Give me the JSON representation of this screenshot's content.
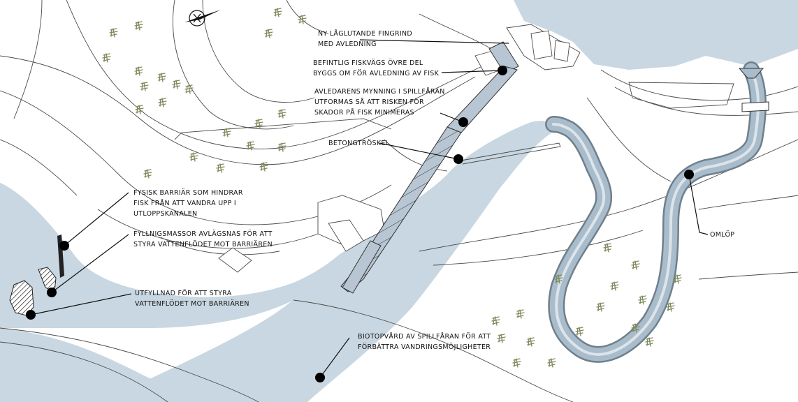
{
  "colors": {
    "water": "#c8d7e1",
    "channel": "#a9bccb",
    "channel_edge": "#6f7f8b",
    "line": "#4a4a4a",
    "marker": "#000000",
    "vegetation": "#7d8a5c"
  },
  "icons": {
    "north": "north-arrow-icon",
    "marker": "marker-dot-icon",
    "vegetation": "tree-symbol-icon"
  },
  "annotations": [
    {
      "id": "fingrind",
      "text": "NY LÅGLUTANDE FINGRIND\nMED AVLEDNING"
    },
    {
      "id": "fiskvag",
      "text": "BEFINTLIG FISKVÄGS ÖVRE DEL\nBYGGS OM FÖR AVLEDNING AV FISK"
    },
    {
      "id": "mynning",
      "text": "AVLEDARENS MYNNING I SPILLFÅRAN\nUTFORMAS SÅ ATT RISKEN FÖR\nSKADOR PÅ FISK MINIMERAS"
    },
    {
      "id": "betong",
      "text": "BETONGTRÖSKEL"
    },
    {
      "id": "barriar",
      "text": "FYSISK BARRIÄR SOM HINDRAR\nFISK FRÅN ATT VANDRA UPP I\nUTLOPPSKANALEN"
    },
    {
      "id": "fyllning",
      "text": "FYLLNIGSMASSOR AVLÄGSNAS FÖR ATT\nSTYRA VATTENFLÖDET MOT BARRIÄREN"
    },
    {
      "id": "utfyllnad",
      "text": "UTFYLLNAD FÖR ATT STYRA\nVATTENFLÖDET MOT BARRIÄREN"
    },
    {
      "id": "biotop",
      "text": "BIOTOPVÅRD AV SPILLFÅRAN FÖR ATT\nFÖRBÄTTRA VANDRINGSMÖJLIGHETER"
    },
    {
      "id": "omlop",
      "text": "OMLÖP"
    }
  ]
}
